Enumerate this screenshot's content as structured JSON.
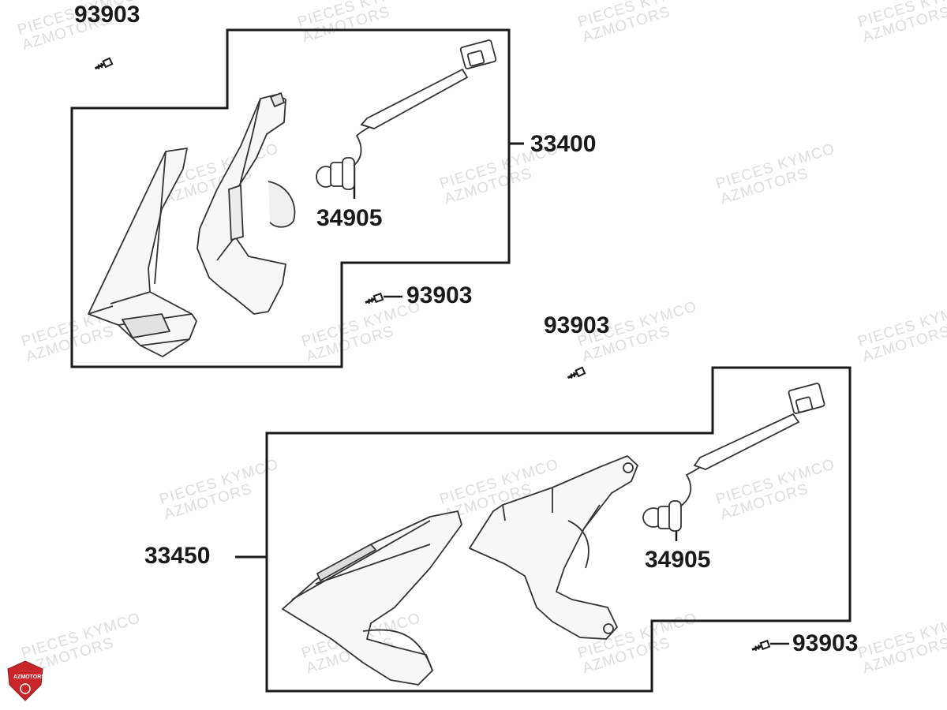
{
  "diagram": {
    "part_numbers": {
      "screw_top_left": "93903",
      "assembly_upper": "33400",
      "bulb_upper": "34905",
      "screw_upper_mid": "93903",
      "screw_lower_top": "93903",
      "assembly_lower": "33450",
      "bulb_lower": "34905",
      "screw_lower_right": "93903"
    },
    "watermark": {
      "line1": "PIECES KYMCO",
      "line2": "AZMOTORS"
    },
    "logo": {
      "text": "AZMOTORS",
      "color": "#c8262b"
    },
    "colors": {
      "line": "#1a1a1a",
      "label": "#1a1a1a",
      "watermark": "#dcdcdc"
    }
  }
}
